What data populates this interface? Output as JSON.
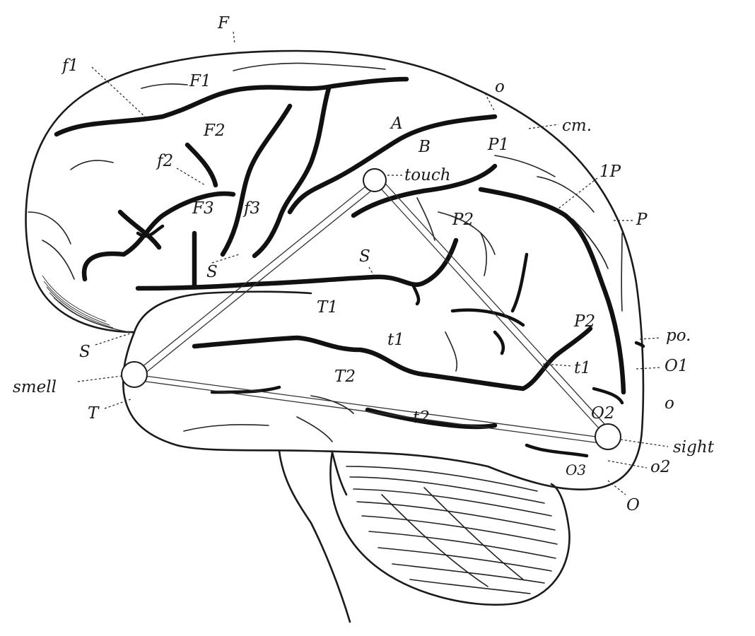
{
  "labels": {
    "F": "F",
    "f1": "f1",
    "F1": "F1",
    "F2": "F2",
    "f2": "f2",
    "F3": "F3",
    "f3": "f3",
    "S_frontal": "S",
    "S_mid": "S",
    "S_lower": "S",
    "o_top": "o",
    "cm": "cm.",
    "A": "A",
    "B": "B",
    "P1": "P1",
    "touch": "touch",
    "1P": "1P",
    "P": "P",
    "P2_upper": "P2",
    "P2_lower": "P2",
    "T1": "T1",
    "t1_a": "t1",
    "t1_b": "t1",
    "T2": "T2",
    "t2": "t2",
    "po": "po.",
    "O1": "O1",
    "o_right": "o",
    "O2": "O2",
    "sight": "sight",
    "O3": "O3",
    "o2": "o2",
    "O": "O",
    "smell": "smell",
    "T": "T"
  },
  "colors": {
    "ink": "#1a1a1a",
    "paper": "#ffffff"
  }
}
